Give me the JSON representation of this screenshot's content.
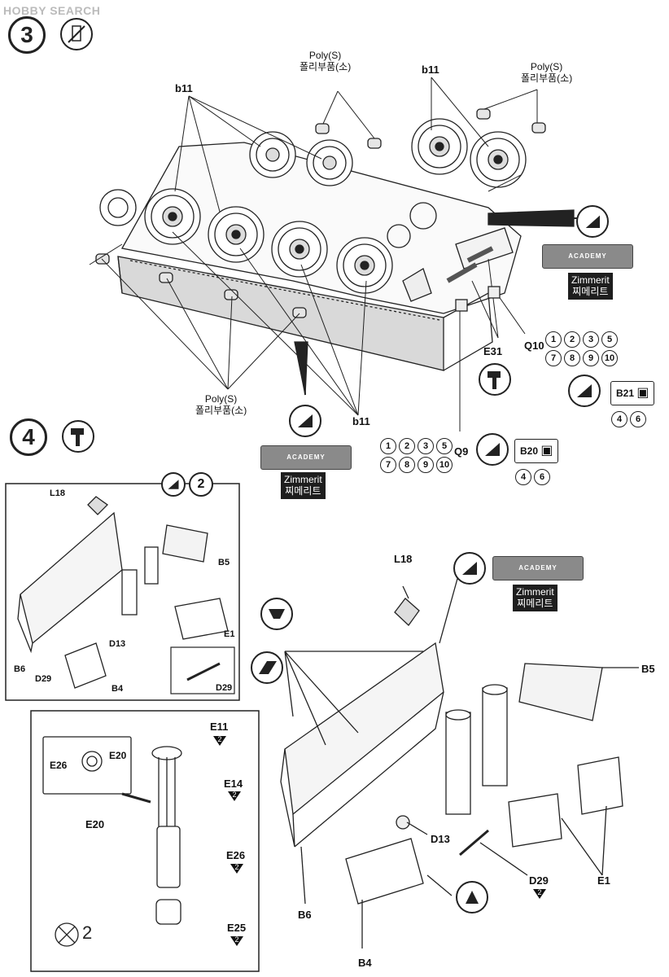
{
  "watermark": "HOBBY SEARCH",
  "steps": {
    "step3": "3",
    "step4": "4"
  },
  "labels": {
    "b11": "b11",
    "poly_s": "Poly(S)",
    "poly_kr": "폴리부품(소)",
    "zimmerit": "Zimmerit",
    "zimmerit_kr": "찌메리트",
    "zim_plate": "ACADEMY",
    "e31": "E31",
    "q10": "Q10",
    "q9": "Q9",
    "b21": "B21",
    "b20": "B20",
    "l18": "L18",
    "b5": "B5",
    "b6": "B6",
    "b4": "B4",
    "e1": "E1",
    "d13": "D13",
    "d29": "D29",
    "e11": "E11",
    "e14": "E14",
    "e20": "E20",
    "e26": "E26",
    "e25": "E25",
    "two": "2",
    "x2": "2"
  },
  "number_sets": {
    "q10": [
      "1",
      "2",
      "3",
      "5",
      "7",
      "8",
      "9",
      "10"
    ],
    "q9": [
      "1",
      "2",
      "3",
      "5",
      "7",
      "8",
      "9",
      "10"
    ],
    "b21": [
      "4",
      "6"
    ],
    "b20": [
      "4",
      "6"
    ]
  },
  "icons": [
    "step-circle-icon",
    "no-glue-icon",
    "cement-bottle-icon",
    "view-arrow-icon",
    "hammer-icon",
    "repeat-icon"
  ]
}
